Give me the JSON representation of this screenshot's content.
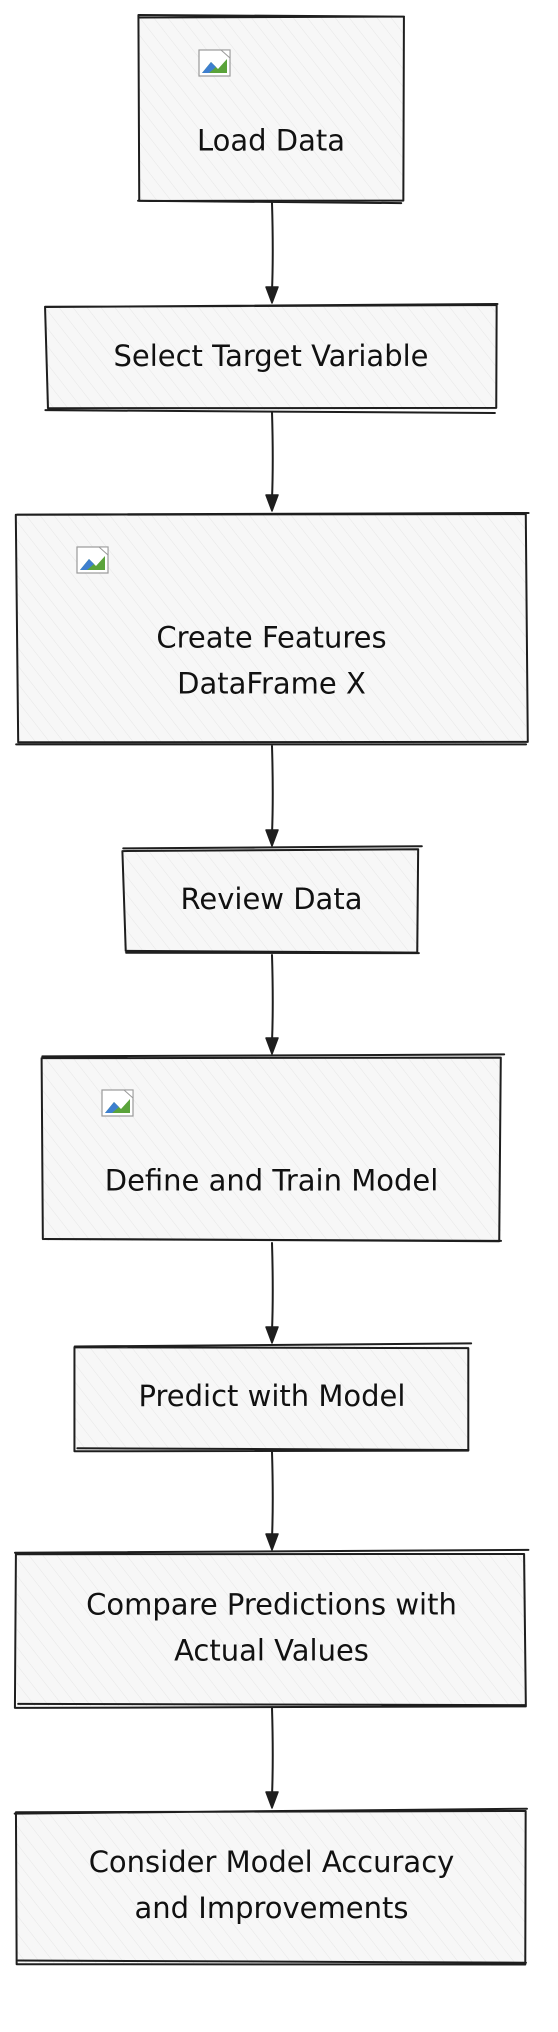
{
  "diagram": {
    "nodes": [
      {
        "id": "load-data",
        "lines": [
          "Load Data"
        ],
        "has_image": true
      },
      {
        "id": "select-target-variable",
        "lines": [
          "Select Target Variable"
        ],
        "has_image": false
      },
      {
        "id": "create-features",
        "lines": [
          "Create Features",
          "DataFrame X"
        ],
        "has_image": true
      },
      {
        "id": "review-data",
        "lines": [
          "Review Data"
        ],
        "has_image": false
      },
      {
        "id": "define-train-model",
        "lines": [
          "Define and Train Model"
        ],
        "has_image": true
      },
      {
        "id": "predict-with-model",
        "lines": [
          "Predict with Model"
        ],
        "has_image": false
      },
      {
        "id": "compare-predictions",
        "lines": [
          "Compare Predictions with",
          "Actual Values"
        ],
        "has_image": false
      },
      {
        "id": "consider-accuracy",
        "lines": [
          "Consider Model Accuracy",
          "and Improvements"
        ],
        "has_image": false
      }
    ],
    "edges": [
      {
        "from": "load-data",
        "to": "select-target-variable"
      },
      {
        "from": "select-target-variable",
        "to": "create-features"
      },
      {
        "from": "create-features",
        "to": "review-data"
      },
      {
        "from": "review-data",
        "to": "define-train-model"
      },
      {
        "from": "define-train-model",
        "to": "predict-with-model"
      },
      {
        "from": "predict-with-model",
        "to": "compare-predictions"
      },
      {
        "from": "compare-predictions",
        "to": "consider-accuracy"
      }
    ],
    "colors": {
      "stroke": "#1e1e1e",
      "fill": "#f7f7f7",
      "hatch": "#e6e6e6",
      "text": "#111111"
    },
    "icons": {
      "image_placeholder": "broken-image-icon"
    }
  }
}
